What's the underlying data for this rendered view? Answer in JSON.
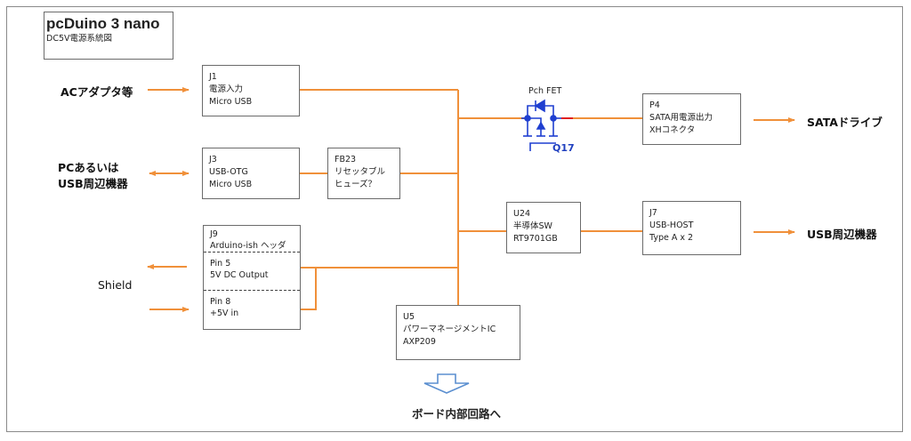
{
  "title": {
    "main": "pcDuino 3 nano",
    "subtitle": "DC5V電源系統図"
  },
  "colors": {
    "power_line": "#f0903a",
    "fet": "#1f3fd0",
    "fet_accent": "#e02020",
    "output_arrow": "#5b8fd0",
    "box_border": "#6b6b6b"
  },
  "external_labels": {
    "ac_adapter": "ACアダプタ等",
    "pc_or_usb_line1": "PCあるいは",
    "pc_or_usb_line2": "USB周辺機器",
    "shield": "Shield",
    "sata_drive": "SATAドライブ",
    "usb_peripherals": "USB周辺機器",
    "board_internal": "ボード内部回路へ"
  },
  "blocks": {
    "j1": {
      "ref": "J1",
      "line2": "電源入力",
      "line3": "Micro USB"
    },
    "j3": {
      "ref": "J3",
      "line2": "USB-OTG",
      "line3": "Micro USB"
    },
    "fb23": {
      "ref": "FB23",
      "line2": "リセッタブル",
      "line3": "ヒューズ？"
    },
    "j9": {
      "ref": "J9",
      "name": "Arduino-ish ヘッダ",
      "pin5_label": "Pin 5",
      "pin5_desc": "5V DC Output",
      "pin8_label": "Pin 8",
      "pin8_desc": "+5V in"
    },
    "u5": {
      "ref": "U5",
      "line2": "パワーマネージメントIC",
      "line3": "AXP209"
    },
    "u24": {
      "ref": "U24",
      "line2": "半導体SW",
      "line3": "RT9701GB"
    },
    "p4": {
      "ref": "P4",
      "line2": "SATA用電源出力",
      "line3": "XHコネクタ"
    },
    "j7": {
      "ref": "J7",
      "line2": "USB-HOST",
      "line3": "Type A x 2"
    }
  },
  "fet": {
    "type_label": "Pch FET",
    "ref": "Q17"
  }
}
